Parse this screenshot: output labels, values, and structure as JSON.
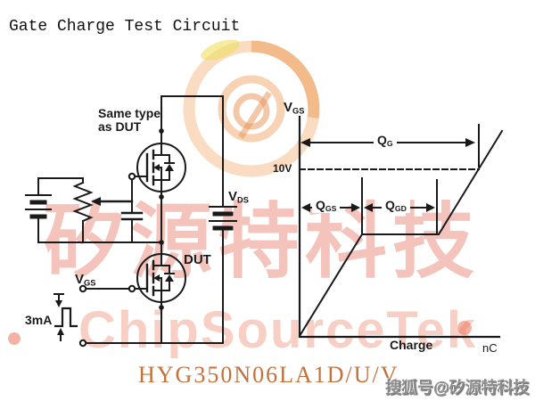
{
  "title": "Gate Charge Test Circuit",
  "circuit": {
    "same_type_label_line1": "Same type",
    "same_type_label_line2": "as DUT",
    "dut_label": "DUT",
    "vds_label": {
      "base": "V",
      "sub": "DS"
    },
    "vgs_label": {
      "base": "V",
      "sub": "GS"
    },
    "current_label": "3mA"
  },
  "graph": {
    "y_axis_label": {
      "base": "V",
      "sub": "GS"
    },
    "threshold_label": "10V",
    "qg_label": {
      "base": "Q",
      "sub": "G"
    },
    "qgs_label": {
      "base": "Q",
      "sub": "GS"
    },
    "qgd_label": {
      "base": "Q",
      "sub": "GD"
    },
    "x_axis_label": "Charge",
    "x_axis_unit": "nC"
  },
  "part_number": "HYG350N06LA1D/U/V",
  "watermark": {
    "chinese": "矽源特科技",
    "latin": "ChipSourceTek",
    "sohu_badge": "搜狐号@矽源特科技"
  },
  "colors": {
    "part_number": "#c4713b",
    "line": "#1a1a1a",
    "watermark_pink": "rgba(228,112,92,0.42)",
    "watermark_latin": "rgba(240,148,124,0.45)",
    "logo_orange": "rgba(243,186,134,0.55)"
  }
}
